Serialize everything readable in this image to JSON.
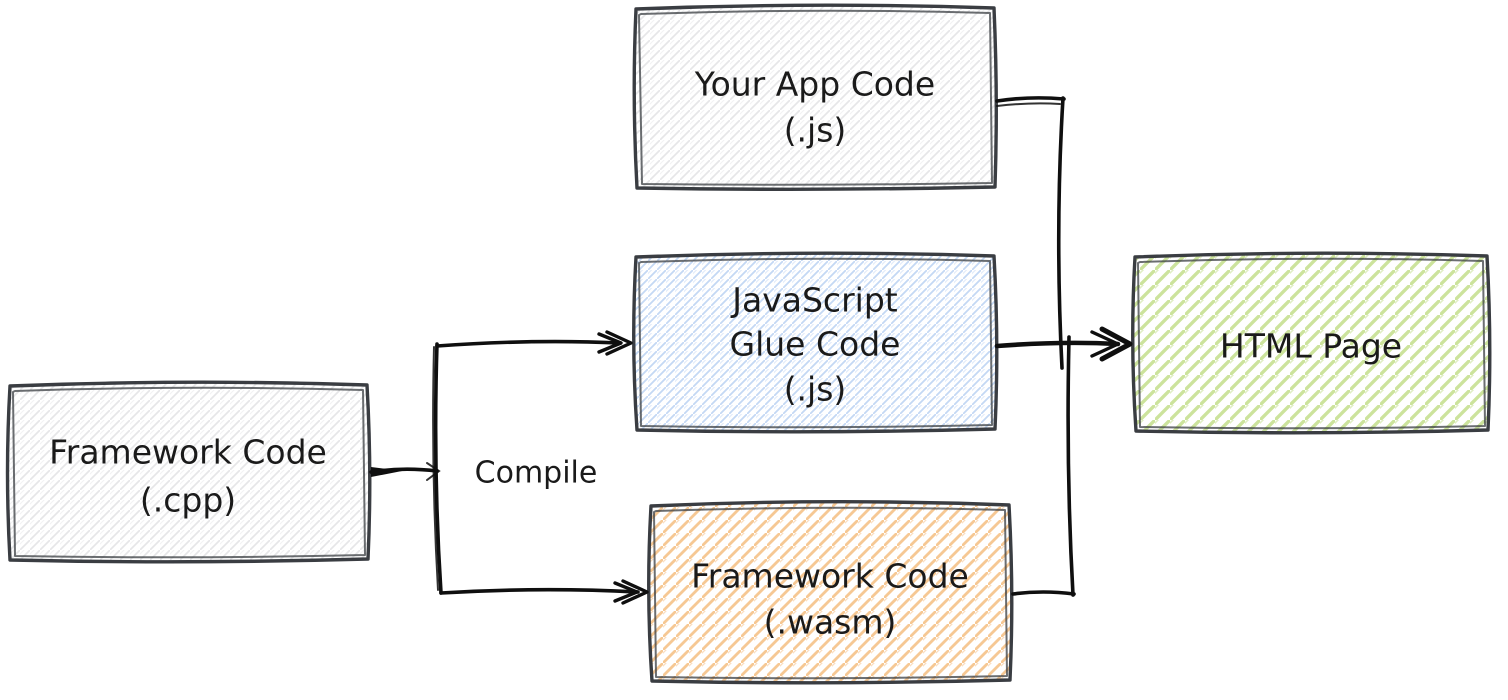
{
  "nodes": {
    "your_app_code": {
      "line1": "Your App Code",
      "line2": "(.js)"
    },
    "js_glue_code": {
      "line1": "JavaScript",
      "line2": "Glue Code",
      "line3": "(.js)"
    },
    "framework_wasm": {
      "line1": "Framework Code",
      "line2": "(.wasm)"
    },
    "framework_cpp": {
      "line1": "Framework Code",
      "line2": "(.cpp)"
    },
    "html_page": {
      "line1": "HTML Page"
    }
  },
  "edges": {
    "compile_label": "Compile"
  },
  "colors": {
    "outline": "#3a3d42",
    "arrow": "#0f0f0f",
    "text": "#1a1a1a",
    "hatch_gray": "#e6e6e8",
    "hatch_blue": "#c4d8f4",
    "hatch_orange": "#f6c894",
    "hatch_green": "#cce39c"
  }
}
